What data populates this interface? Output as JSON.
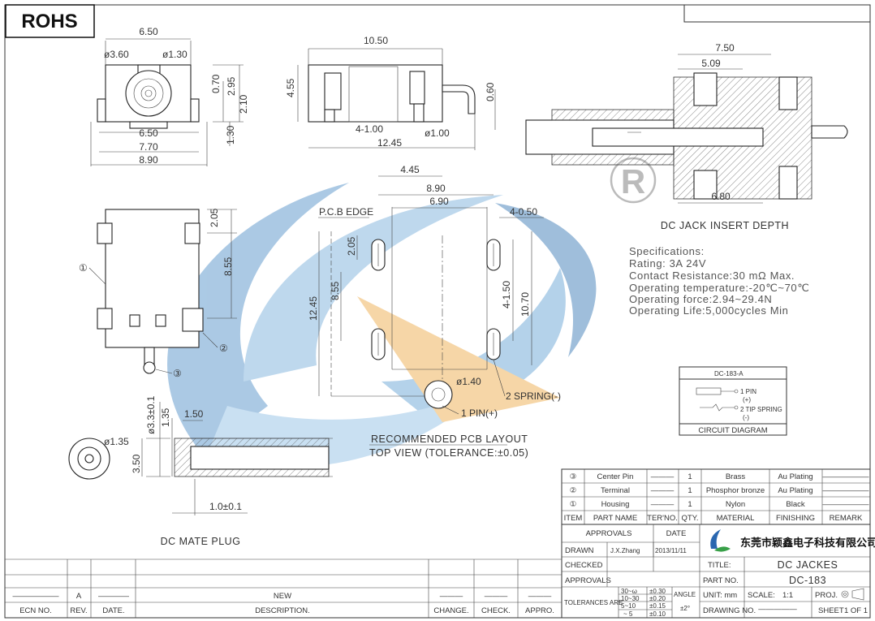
{
  "rohs_label": "ROHS",
  "views": {
    "front": {
      "d1": "6.50",
      "d2": "ø3.60",
      "d3": "ø1.30",
      "d4": "0.70",
      "d5": "2.95",
      "d6": "2.10",
      "d7": "1.30",
      "d8": "6.50",
      "d9": "7.70",
      "d10": "8.90"
    },
    "side": {
      "d1": "10.50",
      "d2": "4.55",
      "d3": "0.60",
      "d4": "4-1.00",
      "d5": "ø1.00",
      "d6": "12.45"
    },
    "insert": {
      "d1": "7.50",
      "d2": "5.09",
      "d3": "6.80",
      "caption": "DC JACK INSERT DEPTH"
    },
    "top": {
      "d1": "2.05",
      "d2": "8.55",
      "c1": "①",
      "c2": "②",
      "c3": "③"
    },
    "pcb": {
      "d1": "4.45",
      "d2": "8.90",
      "d3": "6.90",
      "d4": "4-0.50",
      "d5": "2.05",
      "d6": "8.55",
      "d7": "12.45",
      "d8": "4-1.50",
      "d9": "10.70",
      "d10": "ø1.40",
      "edge": "P.C.B EDGE",
      "spring": "2 SPRING(-)",
      "pin": "1 PIN(+)",
      "cap1": "RECOMMENDED PCB LAYOUT",
      "cap2": "TOP VIEW (TOLERANCE:±0.05)"
    },
    "plug": {
      "d1": "ø1.35",
      "d2": "1.50",
      "d3": "1.35",
      "d4": "ø3.3±0.1",
      "d5": "3.50",
      "d6": "1.0±0.1",
      "caption": "DC MATE PLUG"
    }
  },
  "specs": {
    "heading": "Specifications:",
    "rating": "Rating: 3A 24V",
    "contact": "Contact Resistance:30 mΩ Max.",
    "temp": "Operating temperature:-20℃~70℃",
    "force": "Operating force:2.94~29.4N",
    "life": "Operating Life:5,000cycles Min"
  },
  "circuit": {
    "title": "DC-183-A",
    "pin1": "1 PIN",
    "pin1s": "(+)",
    "pin2": "2 TIP SPRING",
    "pin2s": "(-)",
    "caption": "CIRCUIT DIAGRAM"
  },
  "bom": {
    "rows": [
      {
        "no": "③",
        "name": "Center Pin",
        "ter": "———",
        "qty": "1",
        "mat": "Brass",
        "fin": "Au Plating",
        "rem": "——————"
      },
      {
        "no": "②",
        "name": "Terminal",
        "ter": "———",
        "qty": "1",
        "mat": "Phosphor bronze",
        "fin": "Au Plating",
        "rem": "——————"
      },
      {
        "no": "①",
        "name": "Housing",
        "ter": "———",
        "qty": "1",
        "mat": "Nylon",
        "fin": "Black",
        "rem": "——————"
      }
    ],
    "head": {
      "no": "ITEM",
      "name": "PART NAME",
      "ter": "TER'NO.",
      "qty": "QTY.",
      "mat": "MATERIAL",
      "fin": "FINISHING",
      "rem": "REMARK"
    }
  },
  "title_block": {
    "approvals": "APPROVALS",
    "date": "DATE",
    "drawn": "DRAWN",
    "drawn_by": "J.X.Zhang",
    "drawn_date": "2013/11/11",
    "checked": "CHECKED",
    "approvals2": "APPROVALS",
    "company": "东莞市颖鑫电子科技有限公司",
    "title_lbl": "TITLE:",
    "title": "DC JACKES",
    "partno_lbl": "PART NO.",
    "partno": "DC-183",
    "unit": "UNIT: mm",
    "scale_lbl": "SCALE:",
    "scale": "1:1",
    "proj": "PROJ.",
    "drawing_no": "DRAWING NO.",
    "drawing_no_val": "—————",
    "sheet": "SHEET",
    "sheet_val": "1 OF 1",
    "tol_lbl": "TOLERANCES ARE",
    "tol": [
      [
        "30~ω",
        "±0.30"
      ],
      [
        "10~30",
        "±0.20"
      ],
      [
        "5~10",
        "±0.15"
      ],
      [
        "~ 5",
        "±0.10"
      ]
    ],
    "angle_lbl": "ANGLE",
    "angle": "±2°"
  },
  "revision": {
    "row_dash": "——————",
    "rev": "A",
    "rev_date": "————",
    "desc": "NEW",
    "c1": "———",
    "c2": "———",
    "c3": "———",
    "ecn": "ECN NO.",
    "revh": "REV.",
    "dateh": "DATE.",
    "desch": "DESCRIPTION.",
    "chg": "CHANGE.",
    "chk": "CHECK.",
    "appr": "APPRO."
  }
}
